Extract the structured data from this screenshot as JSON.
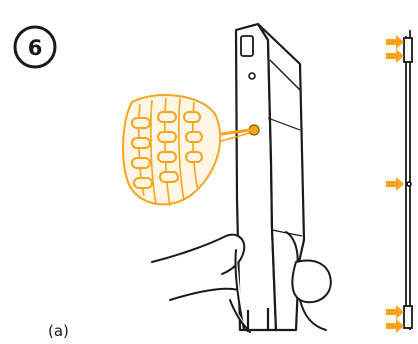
{
  "step": {
    "number": "6"
  },
  "panel": {
    "label": "(a)"
  },
  "colors": {
    "accent": "#F7A41C",
    "line": "#1a1a1a",
    "background": "#ffffff"
  },
  "icons": {
    "step_badge": "numbered-circle",
    "screwdriver": "screwdriver-icon",
    "hand": "hand-icon",
    "arrows": "arrow-right-icon"
  },
  "callout_arrows": {
    "count": 5
  }
}
